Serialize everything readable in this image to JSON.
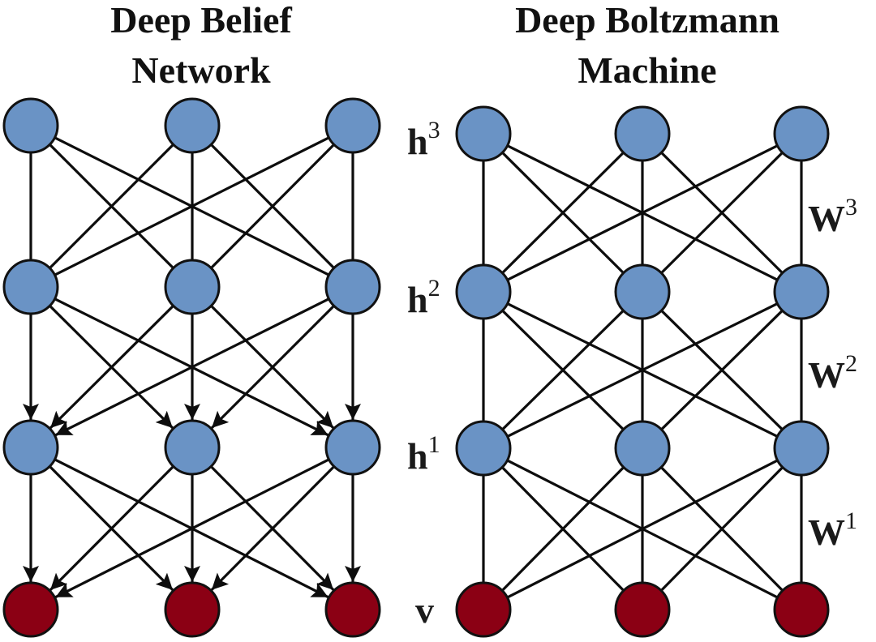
{
  "figure": {
    "panels": [
      {
        "id": "dbn",
        "title_lines": [
          "Deep Belief",
          "Network"
        ],
        "directed_layers": [
          "layer1-to-visible",
          "layer2-to-layer1"
        ],
        "undirected_layers": [
          "layer3-to-layer2"
        ],
        "layers": [
          {
            "name": "top",
            "units": 3,
            "kind": "hidden"
          },
          {
            "name": "middle",
            "units": 3,
            "kind": "hidden"
          },
          {
            "name": "bottom-hidden",
            "units": 3,
            "kind": "hidden"
          },
          {
            "name": "visible",
            "units": 3,
            "kind": "visible"
          }
        ]
      },
      {
        "id": "dbm",
        "title_lines": [
          "Deep Boltzmann",
          "Machine"
        ],
        "layer_labels": [
          {
            "base": "h",
            "sup": "3"
          },
          {
            "base": "h",
            "sup": "2"
          },
          {
            "base": "h",
            "sup": "1"
          },
          {
            "base": "v",
            "sup": ""
          }
        ],
        "weight_labels": [
          {
            "base": "W",
            "sup": "3"
          },
          {
            "base": "W",
            "sup": "2"
          },
          {
            "base": "W",
            "sup": "1"
          }
        ],
        "layers": [
          {
            "name": "h3",
            "units": 3,
            "kind": "hidden"
          },
          {
            "name": "h2",
            "units": 3,
            "kind": "hidden"
          },
          {
            "name": "h1",
            "units": 3,
            "kind": "hidden"
          },
          {
            "name": "v",
            "units": 3,
            "kind": "visible"
          }
        ]
      }
    ],
    "colors": {
      "hidden": "#6a93c5",
      "visible": "#8b0014",
      "edge": "#0d0d0d",
      "outline": "#111111"
    }
  }
}
